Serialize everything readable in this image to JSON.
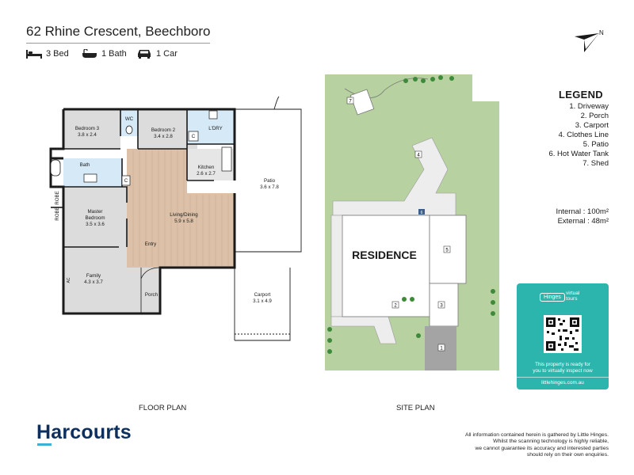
{
  "header": {
    "address": "62 Rhine Crescent, Beechboro",
    "features": [
      {
        "icon": "bed-icon",
        "label": "3 Bed"
      },
      {
        "icon": "bath-icon",
        "label": "1 Bath"
      },
      {
        "icon": "car-icon",
        "label": "1 Car"
      }
    ],
    "north_label": "N"
  },
  "floor_plan": {
    "caption": "FLOOR PLAN",
    "rooms": {
      "bedroom3": {
        "name": "Bedroom 3",
        "dims": "3.8 x 2.4"
      },
      "wc": {
        "name": "WC"
      },
      "bedroom2": {
        "name": "Bedroom 2",
        "dims": "3.4 x 2.8"
      },
      "laundry": {
        "name": "L'DRY"
      },
      "bath": {
        "name": "Bath"
      },
      "kitchen": {
        "name": "Kitchen",
        "dims": "2.6 x 2.7"
      },
      "patio": {
        "name": "Patio",
        "dims": "3.6 x 7.8"
      },
      "robe1": {
        "name": "ROBE"
      },
      "robe2": {
        "name": "ROBE"
      },
      "master": {
        "name": "Master",
        "name2": "Bedroom",
        "dims": "3.5 x 3.6"
      },
      "living": {
        "name": "Living/Dining",
        "dims": "5.9 x 5.8"
      },
      "entry": {
        "name": "Entry"
      },
      "family": {
        "name": "Family",
        "dims": "4.3 x 3.7"
      },
      "porch": {
        "name": "Porch"
      },
      "carport": {
        "name": "Carport",
        "dims": "3.1 x 4.9"
      }
    },
    "cupboard_label": "C",
    "ac_label": "AC"
  },
  "site_plan": {
    "caption": "SITE PLAN",
    "residence_label": "RESIDENCE",
    "markers": [
      "1",
      "2",
      "3",
      "4",
      "5",
      "6",
      "7"
    ]
  },
  "legend": {
    "title": "LEGEND",
    "items": [
      "1. Driveway",
      "2. Porch",
      "3. Carport",
      "4. Clothes Line",
      "5. Patio",
      "6. Hot Water Tank",
      "7. Shed"
    ],
    "internal": "Internal  : 100m²",
    "external": "External  :  48m²"
  },
  "virtual_tour": {
    "brand": "Hinges",
    "tag_line1": "virtual",
    "tag_line2": "tours",
    "message_line1": "This property is ready for",
    "message_line2": "you to virtually inspect now",
    "url": "littlehinges.com.au"
  },
  "footer": {
    "brand": "Harcourts",
    "disclaimer": [
      "All information contained herein is gathered by Little Hinges.",
      "Whilst the scanning technology is highly reliable,",
      "we cannot guarantee its accuracy and interested parties",
      "should rely on their own enquiries."
    ]
  },
  "colors": {
    "living_floor": "#dcc1a8",
    "wet_area": "#d6e9f7",
    "bedroom_floor": "#dcdcdc",
    "lawn": "#b7d2a0",
    "brand_navy": "#0c2f5e",
    "tour_teal": "#2bb5ad"
  }
}
